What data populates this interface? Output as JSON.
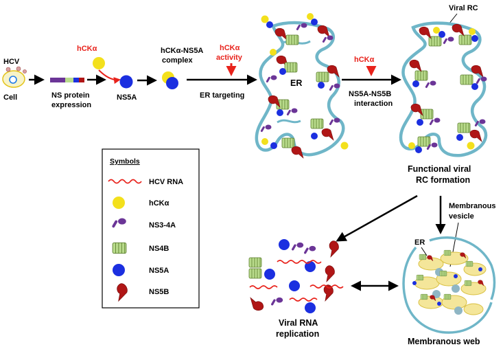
{
  "colors": {
    "membrane": "#6fb6c8",
    "hcka": "#f3e01c",
    "ns5a": "#1b2fe0",
    "ns5b": "#b01616",
    "ns34a": "#6b3597",
    "ns4b": "#b9db8c",
    "rna": "#e8221b",
    "vesicle": "#f4e69a",
    "accent_text": "#e8221b"
  },
  "flow": {
    "hcv_label": "HCV",
    "cell_label": "Cell",
    "ns_expression_line1": "NS protein",
    "ns_expression_line2": "expression",
    "hcka_label": "hCKα",
    "ns5a_label": "NS5A",
    "complex_line1": "hCKα-NS5A",
    "complex_line2": "complex",
    "activity_line1": "hCKα",
    "activity_line2": "activity",
    "er_targeting": "ER targeting",
    "er_label": "ER",
    "hcka_second": "hCKα",
    "interaction_line1": "NS5A-NS5B",
    "interaction_line2": "interaction",
    "viral_rc": "Viral RC",
    "rc_formation_line1": "Functional viral",
    "rc_formation_line2": "RC formation",
    "membranous_vesicle_line1": "Membranous",
    "membranous_vesicle_line2": "vesicle",
    "er_web_label": "ER",
    "replication_line1": "Viral RNA",
    "replication_line2": "replication",
    "membranous_web": "Membranous web"
  },
  "legend": {
    "title": "Symbols",
    "items": [
      {
        "icon": "rna-wave-icon",
        "label": "HCV RNA"
      },
      {
        "icon": "yellow-circle-icon",
        "label": "hCKα"
      },
      {
        "icon": "ns34a-icon",
        "label": "NS3-4A"
      },
      {
        "icon": "ns4b-icon",
        "label": "NS4B"
      },
      {
        "icon": "blue-circle-icon",
        "label": "NS5A"
      },
      {
        "icon": "ns5b-teardrop-icon",
        "label": "NS5B"
      }
    ]
  }
}
